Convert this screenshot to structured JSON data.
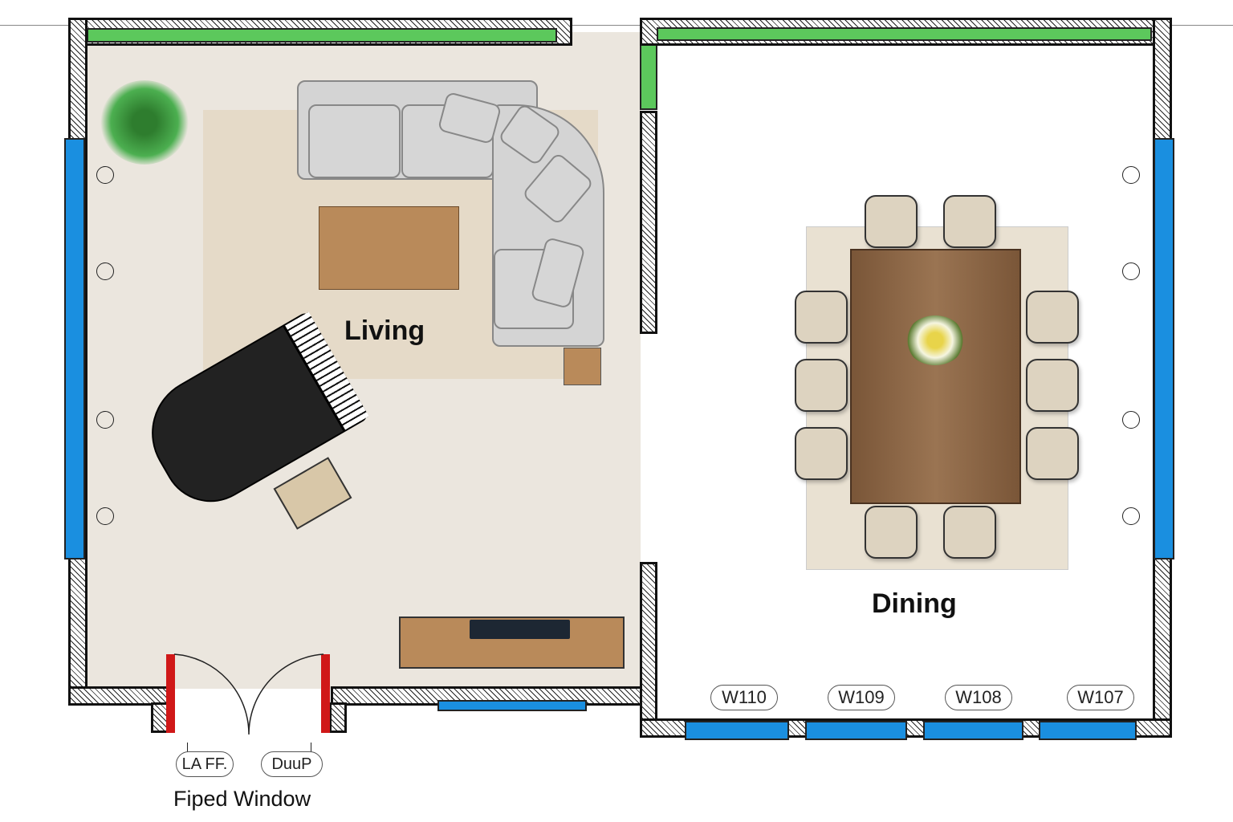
{
  "rooms": {
    "living": "Living",
    "dining": "Dining"
  },
  "tags": {
    "door_left": "LA FF.",
    "door_right": "DuuP",
    "window_caption": "Fiped Window",
    "windows": [
      "W110",
      "W109",
      "W108",
      "W107"
    ]
  },
  "colors": {
    "window_glass": "#1a8fe0",
    "green_window": "#5cc85c",
    "door": "#d01818",
    "floor": "#ebe6de"
  }
}
